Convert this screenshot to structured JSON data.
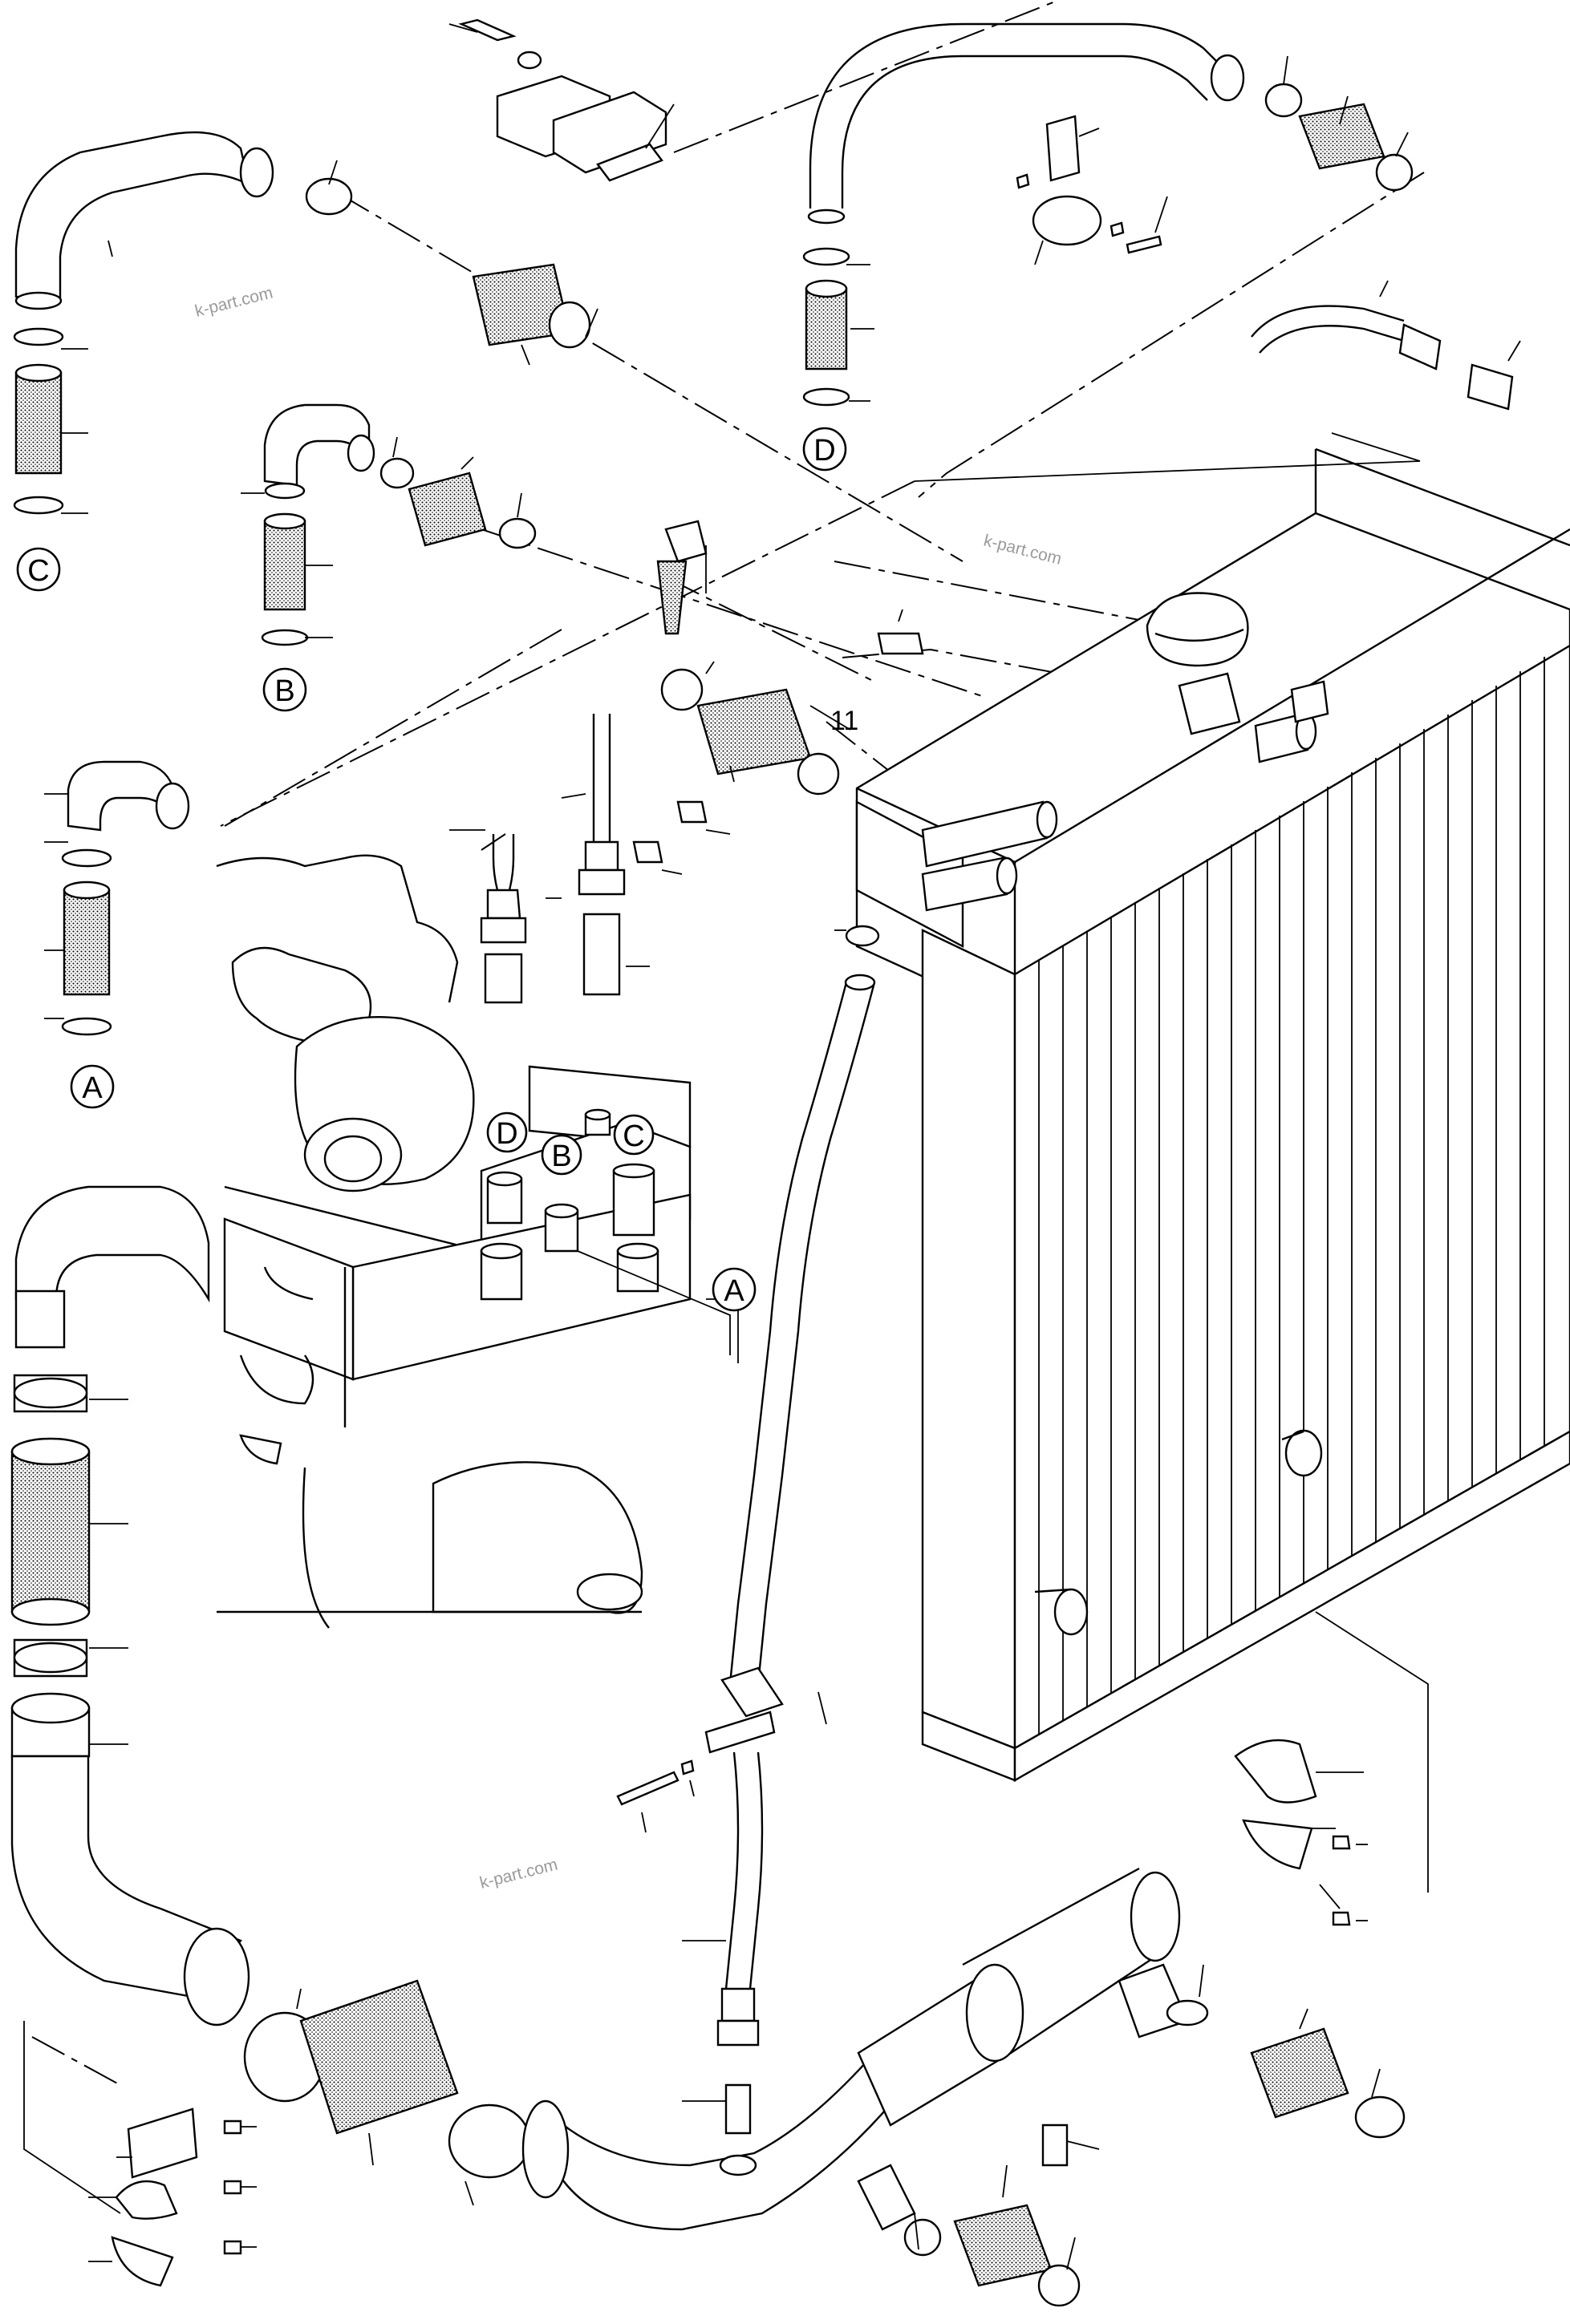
{
  "watermark": "k-part.com",
  "callouts": {
    "a": "A",
    "b": "B",
    "c": "C",
    "d": "D"
  },
  "part_number": "11",
  "colors": {
    "line": "#000000",
    "background": "#ffffff",
    "watermark": "#9a9a9a"
  }
}
